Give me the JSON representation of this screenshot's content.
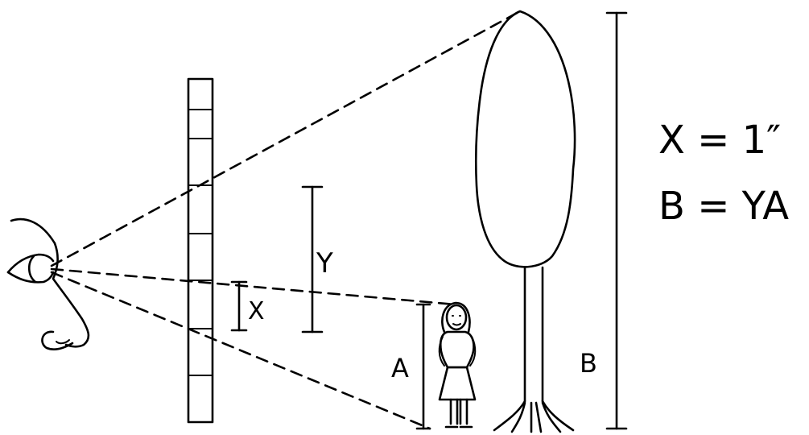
{
  "labels": {
    "x": "X",
    "y": "Y",
    "a": "A",
    "b": "B"
  },
  "equations": {
    "line1": "X = 1″",
    "line2": "B = YA"
  },
  "colors": {
    "ink": "#000000",
    "background": "#ffffff"
  }
}
